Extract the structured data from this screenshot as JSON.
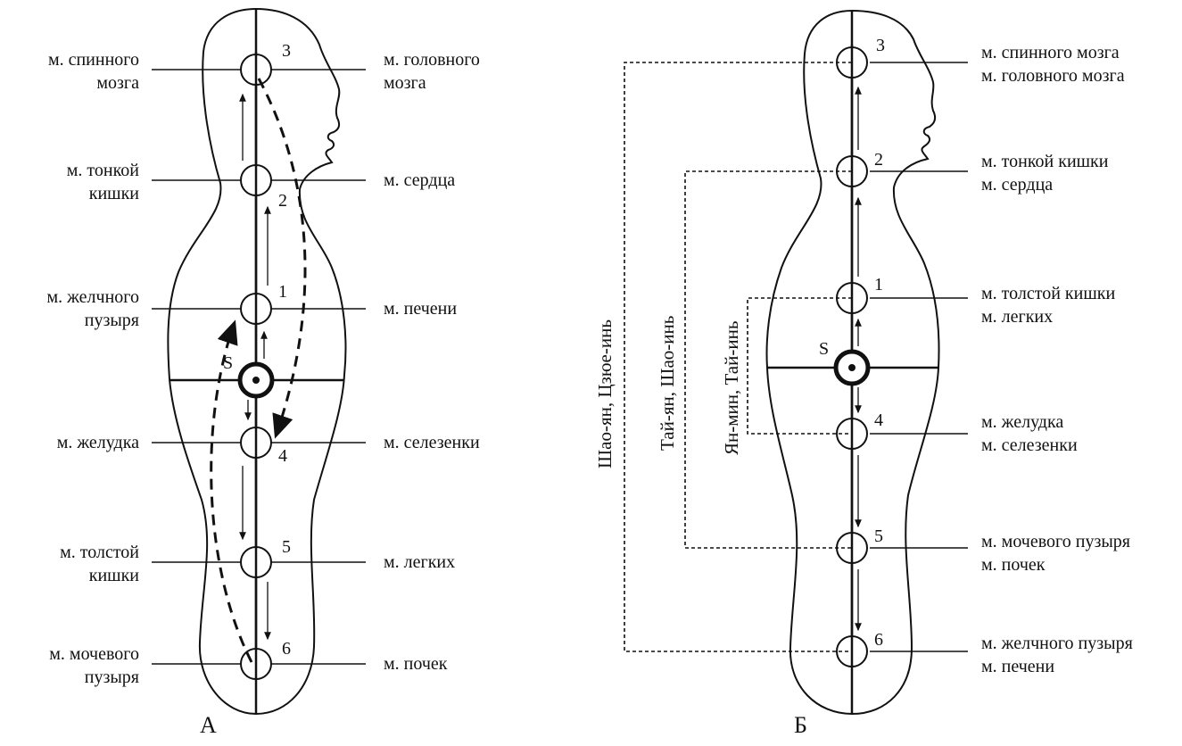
{
  "panel_a": {
    "caption": "А",
    "s_label": "S",
    "points": [
      {
        "num": "3",
        "left_l1": "м. спинного",
        "left_l2": "мозга",
        "right_l1": "м. головного",
        "right_l2": "мозга"
      },
      {
        "num": "2",
        "left_l1": "м. тонкой",
        "left_l2": "кишки",
        "right_l1": "м. сердца",
        "right_l2": ""
      },
      {
        "num": "1",
        "left_l1": "м. желчного",
        "left_l2": "пузыря",
        "right_l1": "м. печени",
        "right_l2": ""
      },
      {
        "num": "4",
        "left_l1": "м. желудка",
        "left_l2": "",
        "right_l1": "м. селезенки",
        "right_l2": ""
      },
      {
        "num": "5",
        "left_l1": "м. толстой",
        "left_l2": "кишки",
        "right_l1": "м. легких",
        "right_l2": ""
      },
      {
        "num": "6",
        "left_l1": "м. мочевого",
        "left_l2": "пузыря",
        "right_l1": "м. почек",
        "right_l2": ""
      }
    ]
  },
  "panel_b": {
    "caption": "Б",
    "s_label": "S",
    "points": [
      {
        "num": "3",
        "l1": "м. спинного мозга",
        "l2": "м. головного мозга"
      },
      {
        "num": "2",
        "l1": "м. тонкой кишки",
        "l2": "м. сердца"
      },
      {
        "num": "1",
        "l1": "м. толстой кишки",
        "l2": "м. легких"
      },
      {
        "num": "4",
        "l1": "м. желудка",
        "l2": "м. селезенки"
      },
      {
        "num": "5",
        "l1": "м. мочевого пузыря",
        "l2": "м. почек"
      },
      {
        "num": "6",
        "l1": "м. желчного пузыря",
        "l2": "м. печени"
      }
    ],
    "meridian_pairs": [
      "Шао-ян, Цзюе-инь",
      "Тай-ян, Шао-инь",
      "Ян-мин, Тай-инь"
    ]
  }
}
